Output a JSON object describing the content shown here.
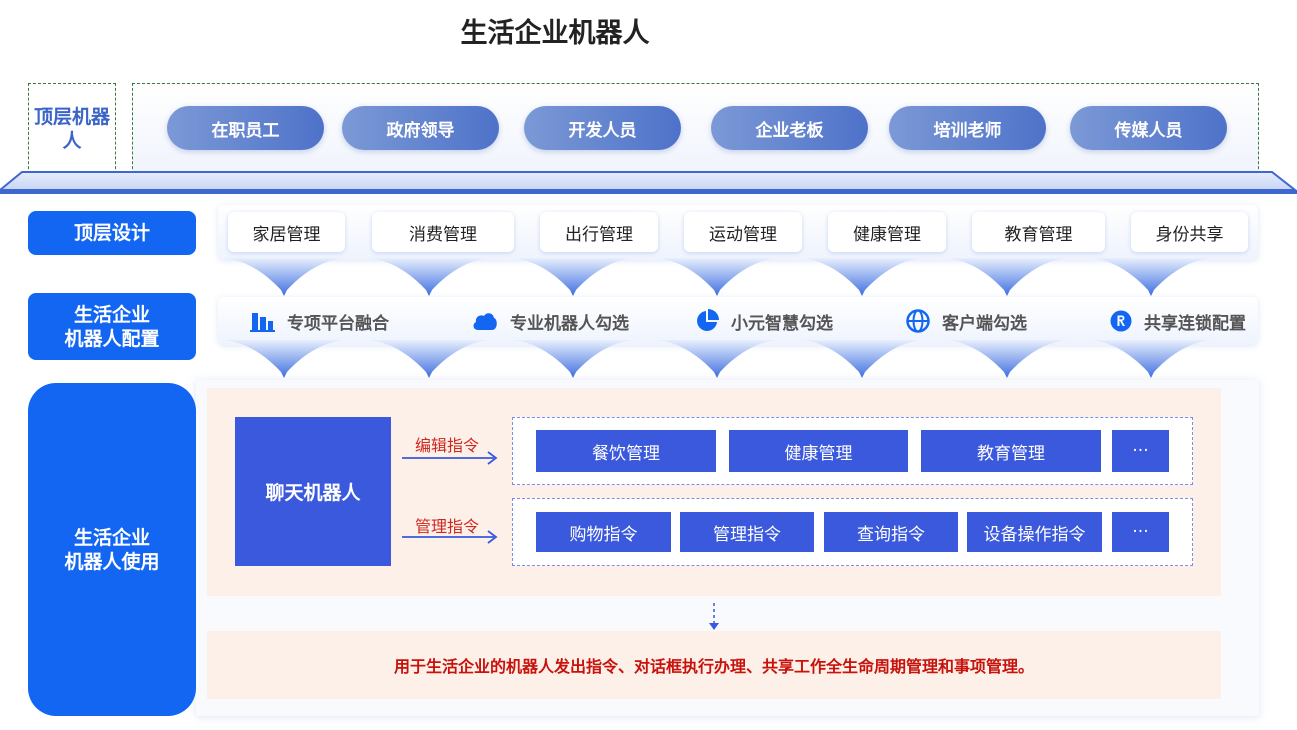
{
  "title": "生活企业机器人",
  "top_robot": {
    "label": "顶层机器人",
    "roles": [
      "在职员工",
      "政府领导",
      "开发人员",
      "企业老板",
      "培训老师",
      "传媒人员"
    ]
  },
  "top_design": {
    "label": "顶层设计",
    "items": [
      "家居管理",
      "消费管理",
      "出行管理",
      "运动管理",
      "健康管理",
      "教育管理",
      "身份共享"
    ]
  },
  "config": {
    "label_line1": "生活企业",
    "label_line2": "机器人配置",
    "items": [
      {
        "icon": "building-icon",
        "label": "专项平台融合"
      },
      {
        "icon": "cloud-icon",
        "label": "专业机器人勾选"
      },
      {
        "icon": "pie-chart-icon",
        "label": "小元智慧勾选"
      },
      {
        "icon": "globe-icon",
        "label": "客户端勾选"
      },
      {
        "icon": "r-circle-icon",
        "label": "共享连锁配置"
      }
    ]
  },
  "usage": {
    "label_line1": "生活企业",
    "label_line2": "机器人使用",
    "chatbot": "聊天机器人",
    "edit_cmd_label": "编辑指令",
    "manage_cmd_label": "管理指令",
    "row1": [
      "餐饮管理",
      "健康管理",
      "教育管理",
      "···"
    ],
    "row2": [
      "购物指令",
      "管理指令",
      "查询指令",
      "设备操作指令",
      "···"
    ],
    "summary": "用于生活企业的机器人发出指令、对话框执行办理、共享工作全生命周期管理和事项管理。"
  },
  "colors": {
    "primary_blue": "#1266f1",
    "command_blue": "#3a59dd",
    "accent_red": "#d0271e",
    "panel_peach": "#fcf0e8"
  }
}
